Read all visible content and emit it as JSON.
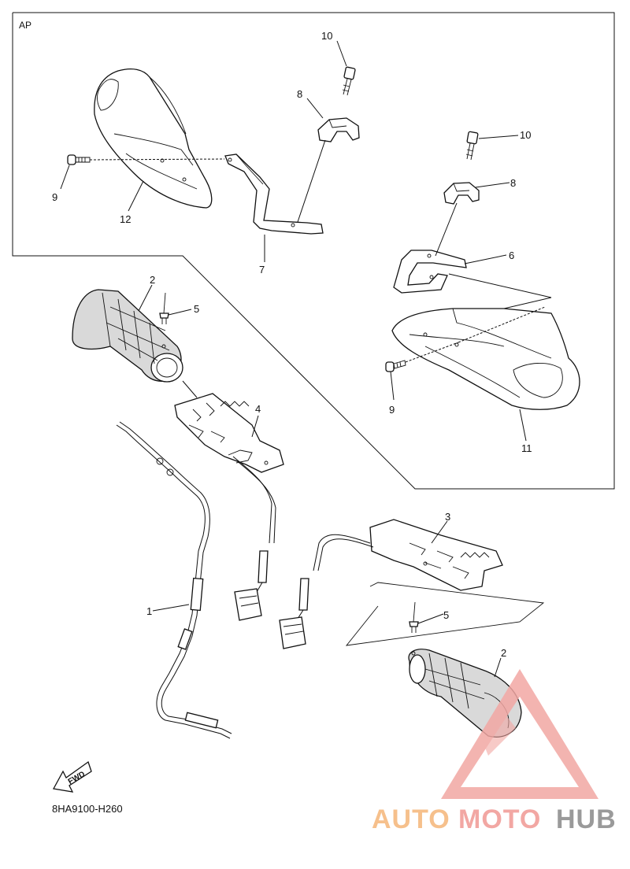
{
  "diagram": {
    "section_label": "AP",
    "drawing_code": "8HA9100-H260",
    "fwd_label": "FWD",
    "callouts": [
      "1",
      "2",
      "2",
      "3",
      "4",
      "5",
      "5",
      "6",
      "7",
      "8",
      "8",
      "9",
      "9",
      "10",
      "10",
      "11",
      "12"
    ]
  },
  "watermark": {
    "part1": "AUTO",
    "part2": "MOTO",
    "part3": "HUB",
    "colors": {
      "auto": "#f6c08c",
      "moto": "#f2a7a3",
      "hub": "#9a9a9a",
      "triangle": "#f2a7a3"
    }
  }
}
